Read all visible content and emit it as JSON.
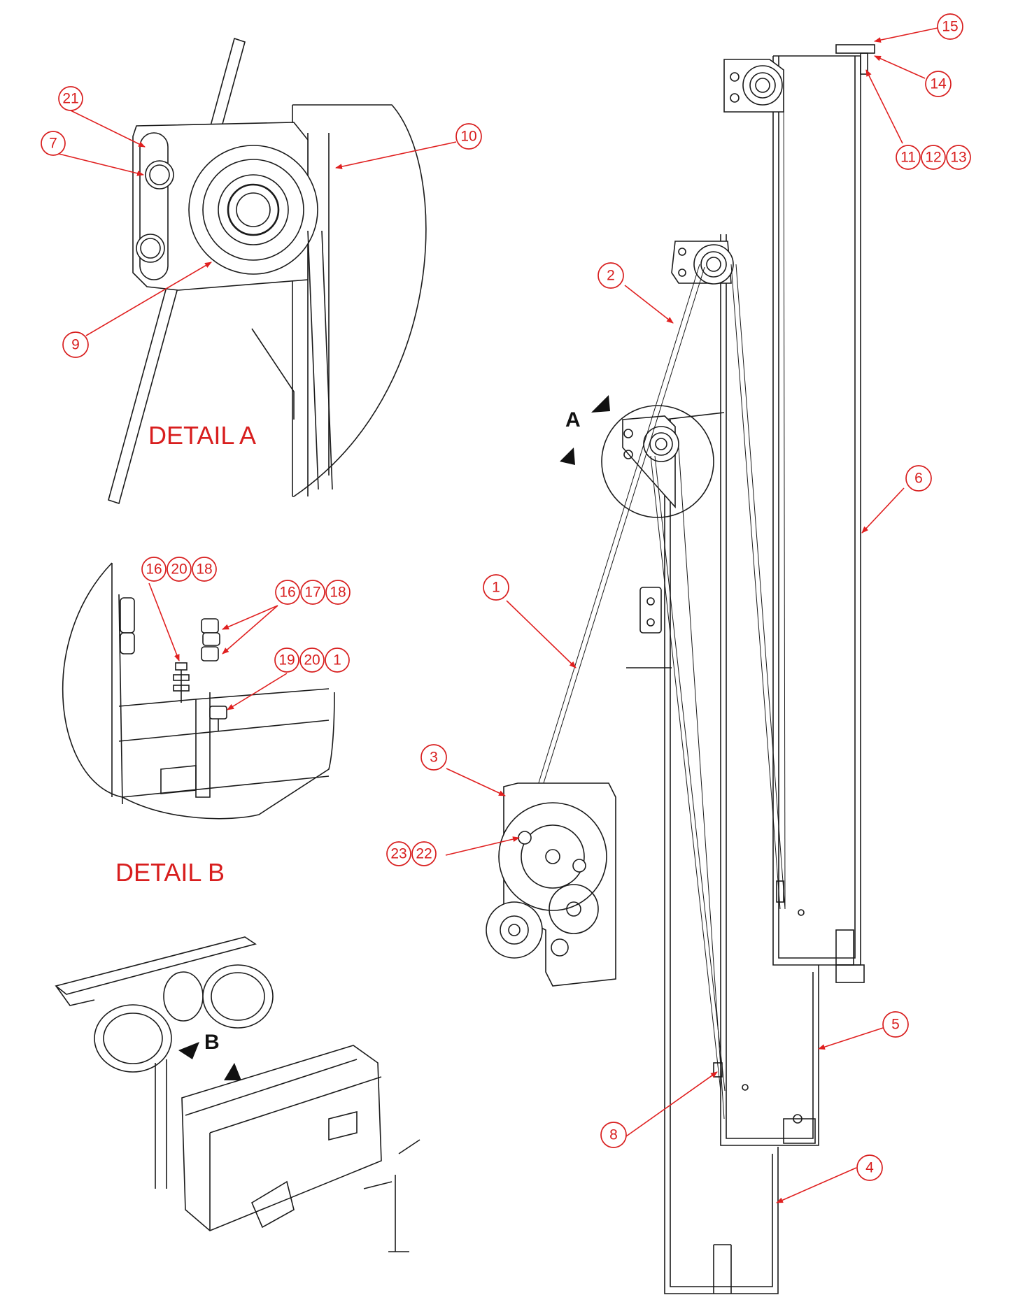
{
  "callouts": {
    "c1": "1",
    "c2": "2",
    "c3": "3",
    "c4": "4",
    "c5": "5",
    "c6": "6",
    "c7": "7",
    "c8": "8",
    "c9": "9",
    "c10": "10",
    "c11": "11",
    "c12": "12",
    "c13": "13",
    "c14": "14",
    "c15": "15",
    "c21": "21",
    "c22": "22",
    "c23": "23",
    "b1_16": "16",
    "b1_20": "20",
    "b1_18": "18",
    "b2_16": "16",
    "b2_17": "17",
    "b2_18": "18",
    "b3_19": "19",
    "b3_20": "20",
    "b3_1": "1"
  },
  "labels": {
    "detail_a": "DETAIL A",
    "detail_b": "DETAIL B",
    "view_a": "A",
    "view_b": "B"
  }
}
